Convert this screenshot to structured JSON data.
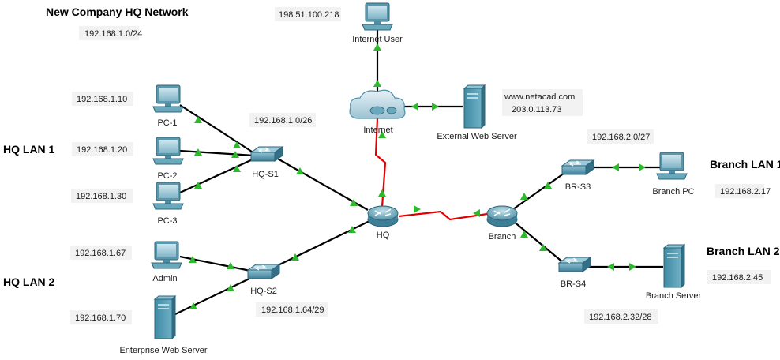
{
  "titles": {
    "main": "New Company HQ Network",
    "main_net": "192.168.1.0/24",
    "hq_lan1": "HQ LAN 1",
    "hq_lan2": "HQ LAN 2",
    "branch_lan1": "Branch LAN 1",
    "branch_lan2": "Branch LAN 2"
  },
  "devices": {
    "internet_user": {
      "label": "Internet User",
      "ip": "198.51.100.218"
    },
    "internet": {
      "label": "Internet"
    },
    "ext_server": {
      "label": "External Web Server",
      "url": "www.netacad.com",
      "ip": "203.0.113.73"
    },
    "pc1": {
      "label": "PC-1",
      "ip": "192.168.1.10"
    },
    "pc2": {
      "label": "PC-2",
      "ip": "192.168.1.20"
    },
    "pc3": {
      "label": "PC-3",
      "ip": "192.168.1.30"
    },
    "hq_s1": {
      "label": "HQ-S1",
      "net": "192.168.1.0/26"
    },
    "hq": {
      "label": "HQ"
    },
    "admin": {
      "label": "Admin",
      "ip": "192.168.1.67"
    },
    "hq_s2": {
      "label": "HQ-S2",
      "net": "192.168.1.64/29"
    },
    "ent_server": {
      "label": "Enterprise Web Server",
      "ip": "192.168.1.70"
    },
    "branch": {
      "label": "Branch"
    },
    "br_s3": {
      "label": "BR-S3",
      "net": "192.168.2.0/27"
    },
    "branch_pc": {
      "label": "Branch PC",
      "ip": "192.168.2.17"
    },
    "br_s4": {
      "label": "BR-S4",
      "net": "192.168.2.32/28"
    },
    "branch_server": {
      "label": "Branch Server",
      "ip": "192.168.2.45"
    }
  },
  "colors": {
    "link": "#000000",
    "serial_link": "#e00000",
    "link_status": "#2eb82e",
    "device": "#4a8fa6"
  }
}
